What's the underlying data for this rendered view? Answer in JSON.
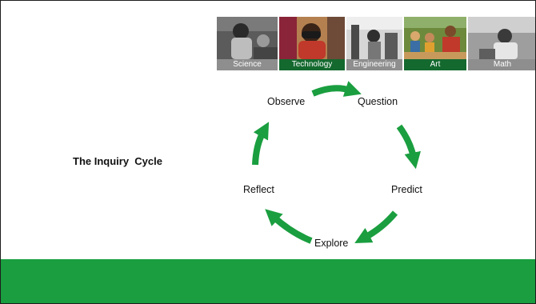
{
  "slide": {
    "title": "The Inquiry  Cycle",
    "accent_color": "#1a9e3f",
    "banner": {
      "panels": [
        {
          "caption": "Science",
          "caption_bg": "#8e8e8e"
        },
        {
          "caption": "Technology",
          "caption_bg": "#14692f"
        },
        {
          "caption": "Engineering",
          "caption_bg": "#8e8e8e"
        },
        {
          "caption": "Art",
          "caption_bg": "#14692f"
        },
        {
          "caption": "Math",
          "caption_bg": "#8e8e8e"
        }
      ]
    },
    "cycle": {
      "stages": [
        "Observe",
        "Question",
        "Predict",
        "Explore",
        "Reflect"
      ],
      "arrow_color": "#1a9e3f",
      "arrow_icon": "curved-arrow-icon"
    }
  }
}
